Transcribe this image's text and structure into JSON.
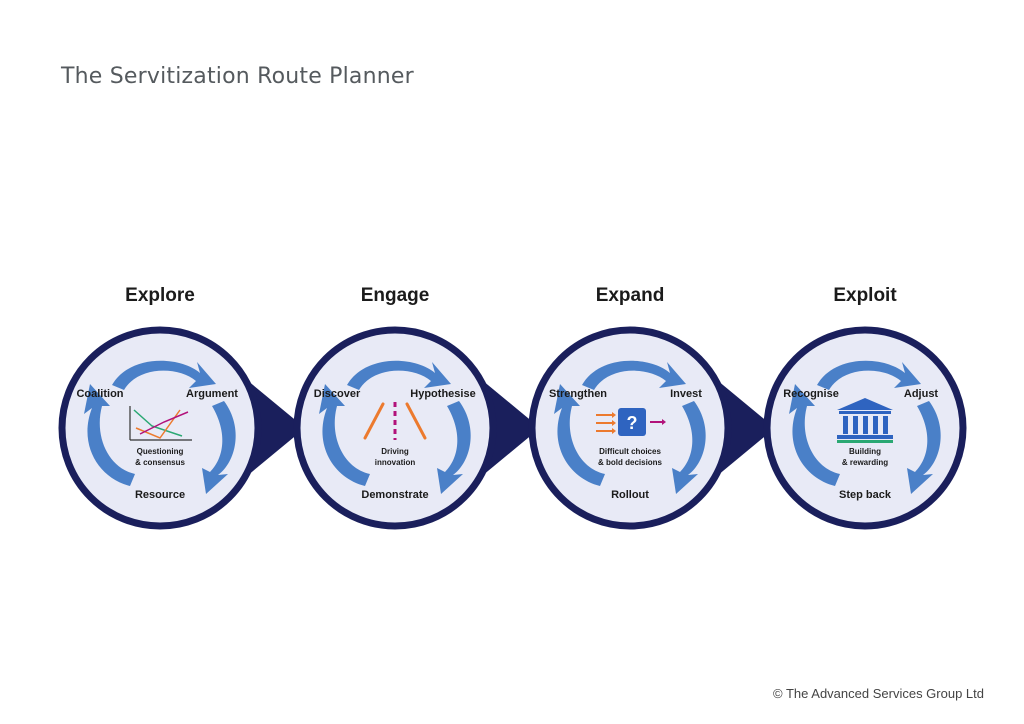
{
  "title": "The Servitization Route Planner",
  "footer": "© The Advanced Services Group Ltd",
  "colors": {
    "circle_border": "#1a1f5c",
    "circle_fill": "#e8eaf6",
    "arrow": "#4a80c8",
    "orange": "#ec7a2e",
    "magenta": "#b2127a",
    "green": "#2aa873",
    "icon_blue": "#2f64c0"
  },
  "stages": [
    {
      "title": "Explore",
      "labels": {
        "top_left": "Coalition",
        "top_right": "Argument",
        "bottom": "Resource"
      },
      "caption": [
        "Questioning",
        "& consensus"
      ],
      "icon": "chart-lines-icon"
    },
    {
      "title": "Engage",
      "labels": {
        "top_left": "Discover",
        "top_right": "Hypothesise",
        "bottom": "Demonstrate"
      },
      "caption": [
        "Driving",
        "innovation"
      ],
      "icon": "road-icon"
    },
    {
      "title": "Expand",
      "labels": {
        "top_left": "Strengthen",
        "top_right": "Invest",
        "bottom": "Rollout"
      },
      "caption": [
        "Difficult choices",
        "& bold decisions"
      ],
      "icon": "question-box-icon",
      "icon_text": "?"
    },
    {
      "title": "Exploit",
      "labels": {
        "top_left": "Recognise",
        "top_right": "Adjust",
        "bottom": "Step back"
      },
      "caption": [
        "Building",
        "& rewarding"
      ],
      "icon": "bank-building-icon"
    }
  ]
}
